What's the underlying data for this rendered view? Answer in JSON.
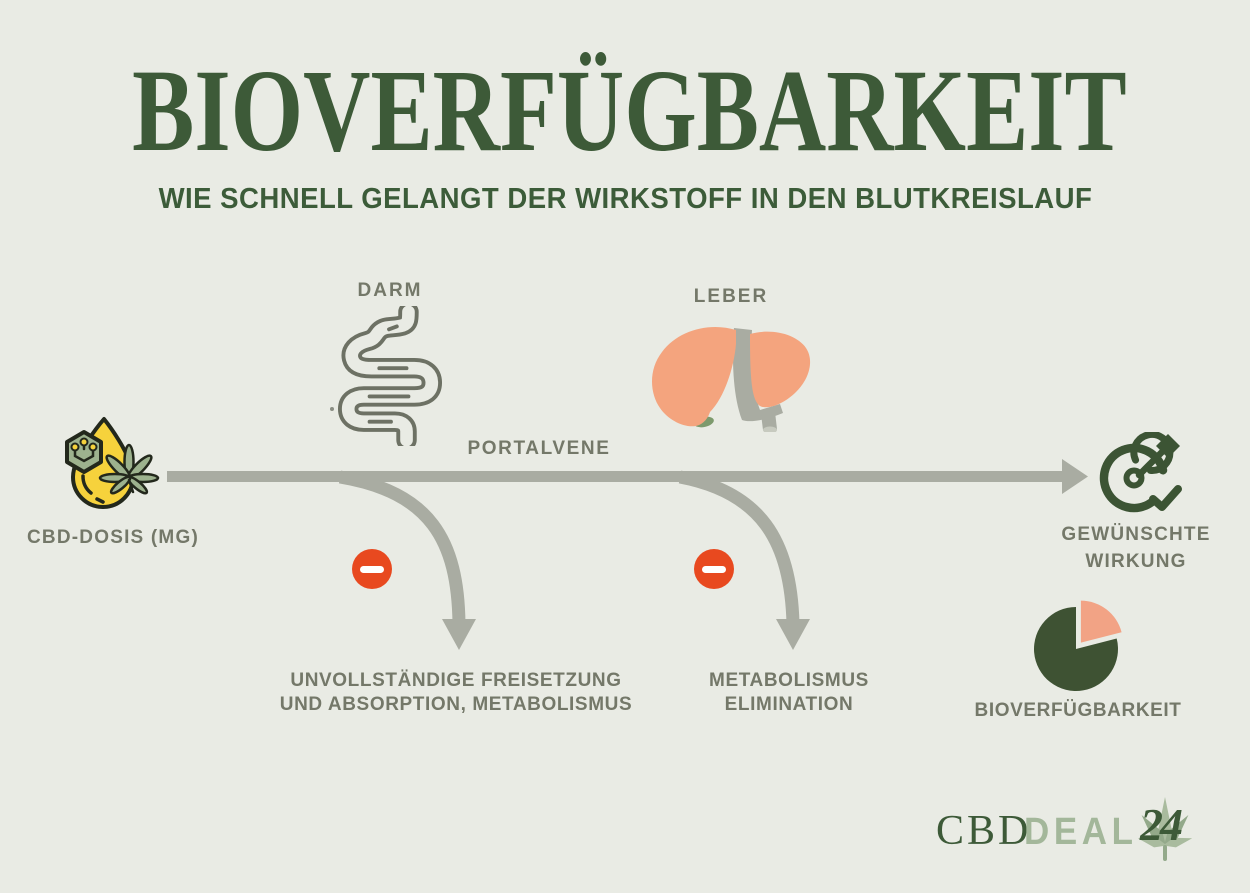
{
  "header": {
    "title": "BIOVERFÜGBARKEIT",
    "subtitle": "WIE SCHNELL GELANGT DER WIRKSTOFF IN DEN BLUTKREISLAUF",
    "title_color": "#3d5a38"
  },
  "diagram": {
    "source": {
      "label": "CBD-DOSIS (MG)",
      "icon": "cbd-oil-drop-icon"
    },
    "stations": [
      {
        "label": "DARM",
        "icon": "intestine-icon"
      },
      {
        "label": "LEBER",
        "icon": "liver-icon"
      }
    ],
    "pathway_label": "PORTALVENE",
    "outcome": {
      "line1": "GEWÜNSCHTE",
      "line2": "WIRKUNG",
      "icon": "target-arrow-check-icon"
    },
    "losses": [
      {
        "line1": "UNVOLLSTÄNDIGE FREISETZUNG",
        "line2": "UND ABSORPTION, METABOLISMUS",
        "icon": "minus-circle-icon"
      },
      {
        "line1": "METABOLISMUS",
        "line2": "ELIMINATION",
        "icon": "minus-circle-icon"
      }
    ],
    "arrow_color": "#a9aca2",
    "minus_color": "#e8491f",
    "label_color": "#747869"
  },
  "chart_data": {
    "type": "pie",
    "title": "BIOVERFÜGBARKEIT",
    "segments": [
      {
        "name": "remainder",
        "value": 79,
        "color": "#3e5233"
      },
      {
        "name": "bioavailable-slice",
        "value": 21,
        "color": "#f2a385",
        "exploded": true
      }
    ],
    "legend": false
  },
  "logo": {
    "cbd": "CBD",
    "deal": "DEAL",
    "badge": "24"
  }
}
